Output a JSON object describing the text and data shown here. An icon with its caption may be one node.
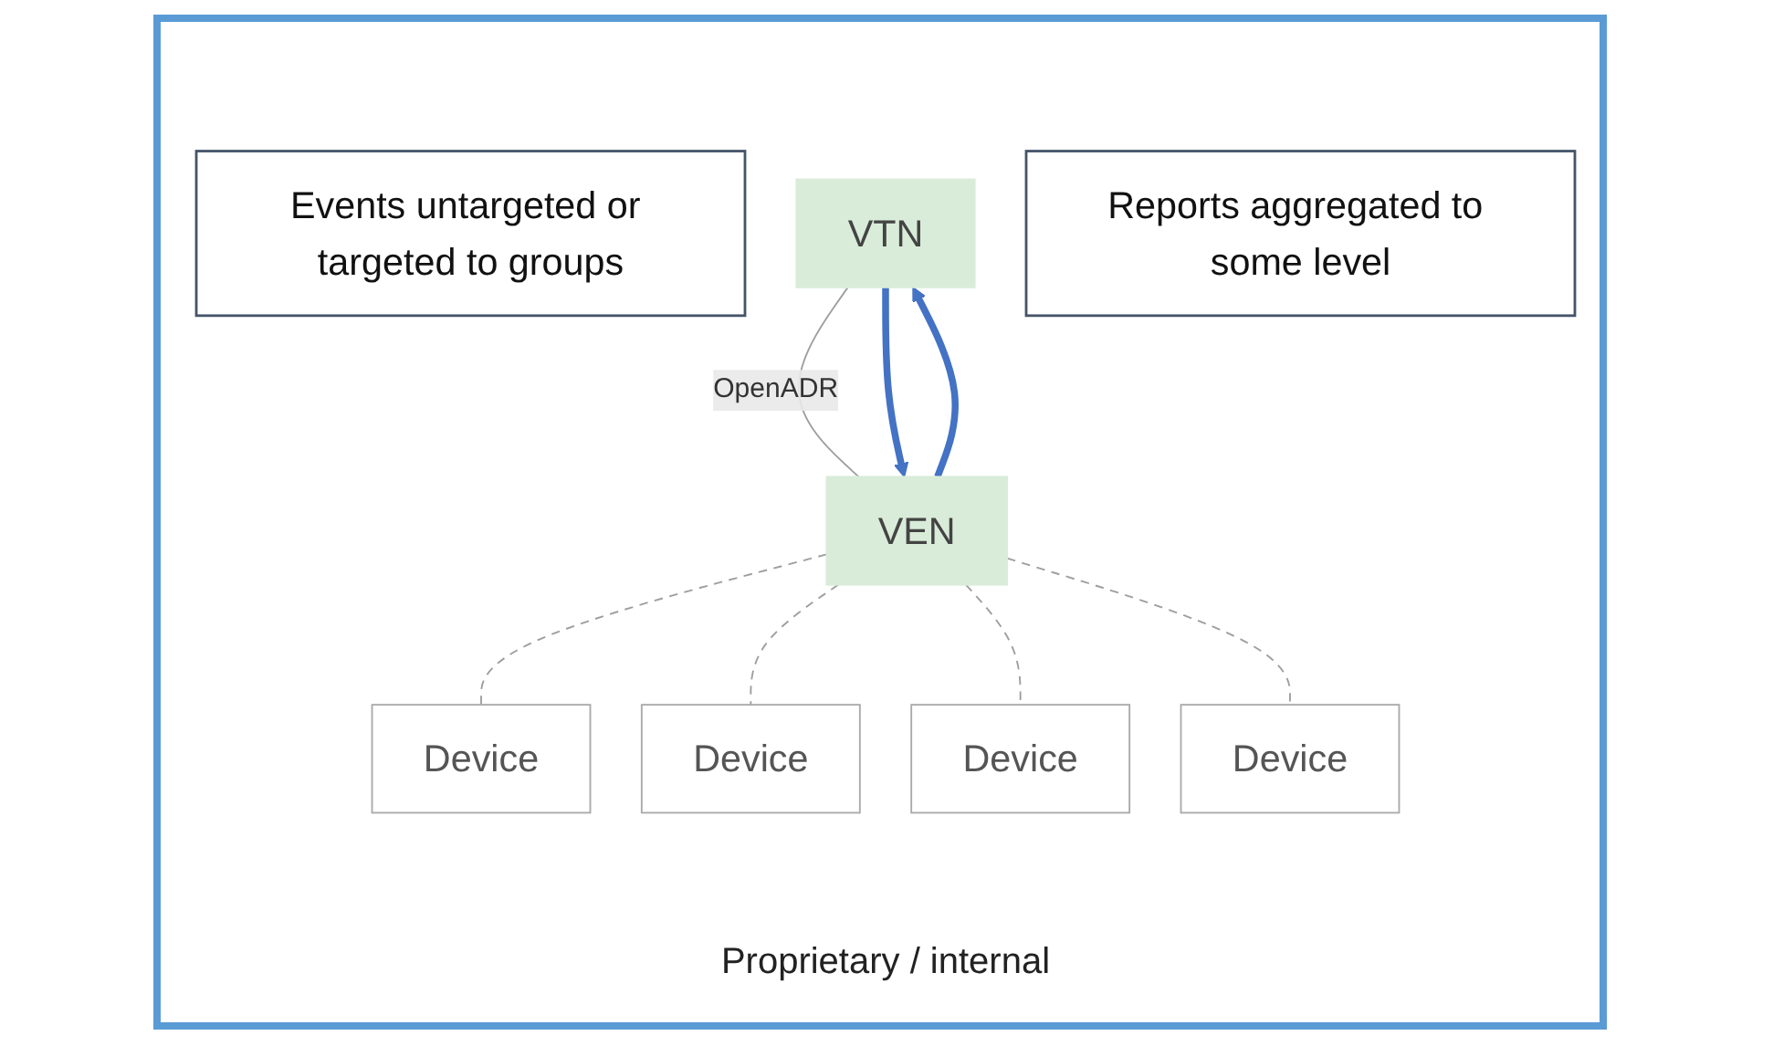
{
  "diagram": {
    "nodes": [
      {
        "text": [
          "Events untargeted or targeted to groups"
        ]
      },
      {
        "text": [
          "VTN"
        ]
      },
      {
        "text": [
          "Reports aggregated to some level"
        ]
      },
      {
        "text": [
          "VEN"
        ]
      },
      {
        "text": [
          "Device"
        ]
      },
      {
        "text": [
          "Device"
        ]
      },
      {
        "text": [
          "Device"
        ]
      },
      {
        "text": [
          "Device"
        ]
      }
    ],
    "edges": [
      {
        "from": 1,
        "to": 3,
        "arrow": "none",
        "label": "OpenADR"
      },
      {
        "from": 1,
        "to": 3,
        "arrow": "to",
        "style": "thick",
        "color": "#4472c4"
      },
      {
        "from": 3,
        "to": 1,
        "arrow": "to",
        "style": "thick",
        "color": "#4472c4"
      },
      {
        "from": 3,
        "to": 4,
        "arrow": "none",
        "style": "dashed"
      },
      {
        "from": 3,
        "to": 5,
        "arrow": "none",
        "style": "dashed"
      },
      {
        "from": 3,
        "to": 6,
        "arrow": "none",
        "style": "dashed"
      },
      {
        "from": 3,
        "to": 7,
        "arrow": "none",
        "style": "dashed"
      }
    ],
    "labels": [
      "Proprietary / internal"
    ]
  }
}
